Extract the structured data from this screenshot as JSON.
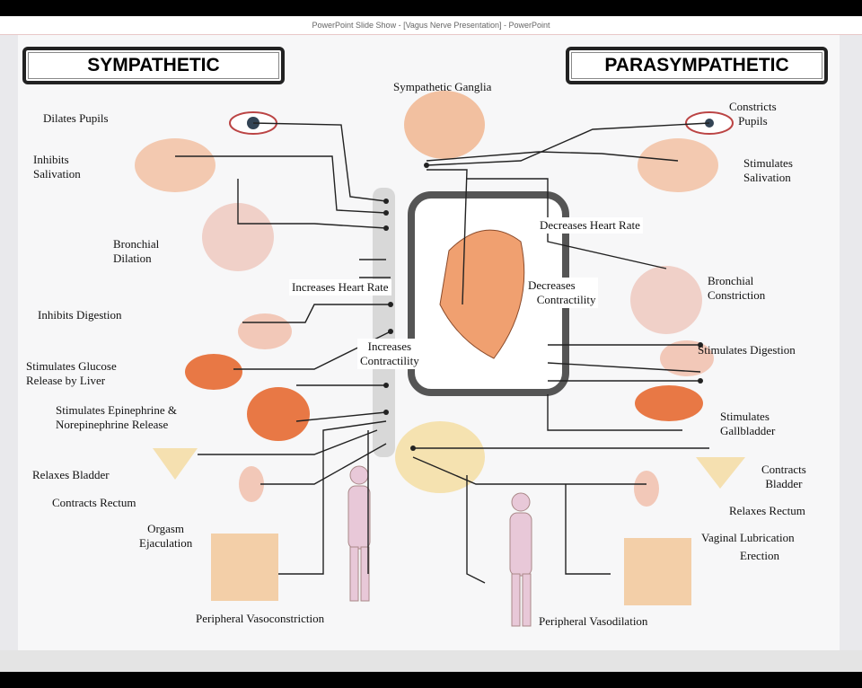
{
  "window": {
    "title": "PowerPoint Slide Show - [Vagus Nerve Presentation] - PowerPoint"
  },
  "headers": {
    "sympathetic": "SYMPATHETIC",
    "parasympathetic": "PARASYMPATHETIC"
  },
  "center": {
    "ganglia": "Sympathetic Ganglia",
    "increases_heart_rate": "Increases Heart Rate",
    "increases_contractility_1": "Increases",
    "increases_contractility_2": "Contractility",
    "decreases_heart_rate": "Decreases Heart Rate",
    "decreases_contractility_1": "Decreases",
    "decreases_contractility_2": "Contractility"
  },
  "sympathetic": {
    "dilates_pupils": "Dilates Pupils",
    "inhibits_1": "Inhibits",
    "inhibits_2": "Salivation",
    "bronchial_1": "Bronchial",
    "bronchial_2": "Dilation",
    "inhibits_digestion": "Inhibits Digestion",
    "glucose_1": "Stimulates Glucose",
    "glucose_2": "Release by Liver",
    "epi_1": "Stimulates Epinephrine &",
    "epi_2": "Norepinephrine Release",
    "bladder": "Relaxes Bladder",
    "rectum": "Contracts Rectum",
    "orgasm": "Orgasm",
    "ejaculation": "Ejaculation",
    "vaso": "Peripheral Vasoconstriction"
  },
  "parasympathetic": {
    "constricts_1": "Constricts",
    "constricts_2": "Pupils",
    "saliv_1": "Stimulates",
    "saliv_2": "Salivation",
    "bronch_1": "Bronchial",
    "bronch_2": "Constriction",
    "digestion": "Stimulates Digestion",
    "gall_1": "Stimulates",
    "gall_2": "Gallbladder",
    "bladder_1": "Contracts",
    "bladder_2": "Bladder",
    "rectum": "Relaxes Rectum",
    "vaginal": "Vaginal Lubrication",
    "erection": "Erection",
    "vaso": "Peripheral Vasodilation"
  }
}
